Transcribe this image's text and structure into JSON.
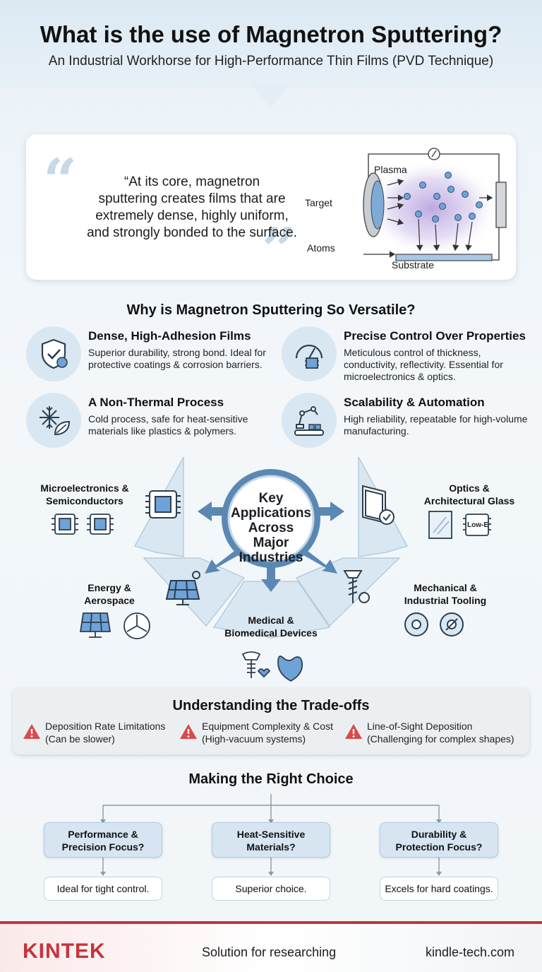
{
  "header": {
    "title": "What is the use of Magnetron Sputtering?",
    "subtitle": "An Industrial Workhorse for High-Performance Thin Films (PVD Technique)"
  },
  "quote": {
    "line1": "“At its core, magnetron",
    "line2": "sputtering creates films that are",
    "line3": "extremely dense, highly uniform,",
    "line4": "and strongly bonded to the surface."
  },
  "diagram": {
    "plasma": "Plasma",
    "target": "Target",
    "atoms": "Atoms",
    "substrate": "Substrate"
  },
  "versatile": {
    "heading": "Why is Magnetron Sputtering So Versatile?",
    "features": [
      {
        "title": "Dense, High-Adhesion Films",
        "desc": "Superior durability, strong bond. Ideal for protective coatings & corrosion barriers.",
        "icon": "shield-check-icon"
      },
      {
        "title": "Precise Control Over Properties",
        "desc": "Meticulous control of thickness, conductivity, reflectivity. Essential for microelectronics & optics.",
        "icon": "gauge-chip-icon"
      },
      {
        "title": "A Non-Thermal Process",
        "desc": "Cold process, safe for heat-sensitive materials like plastics & polymers.",
        "icon": "snowflake-leaf-icon"
      },
      {
        "title": "Scalability & Automation",
        "desc": "High reliability, repeatable for high-volume manufacturing.",
        "icon": "robot-arm-icon"
      }
    ]
  },
  "applications": {
    "center_line1": "Key",
    "center_line2": "Applications",
    "center_line3": "Across Major",
    "center_line4": "Industries",
    "micro_1": "Microelectronics &",
    "micro_2": "Semiconductors",
    "optics_1": "Optics &",
    "optics_2": "Architectural Glass",
    "energy_1": "Energy &",
    "energy_2": "Aerospace",
    "mech_1": "Mechanical &",
    "mech_2": "Industrial Tooling",
    "medical_1": "Medical &",
    "medical_2": "Biomedical Devices",
    "lowe": "Low-E"
  },
  "tradeoffs": {
    "heading": "Understanding the Trade-offs",
    "items": [
      {
        "l1": "Deposition Rate Limitations",
        "l2": "(Can be slower)"
      },
      {
        "l1": "Equipment Complexity & Cost",
        "l2": "(High-vacuum systems)"
      },
      {
        "l1": "Line-of-Sight Deposition",
        "l2": "(Challenging for complex shapes)"
      }
    ]
  },
  "choice": {
    "heading": "Making the Right Choice",
    "options": [
      {
        "q1": "Performance &",
        "q2": "Precision Focus?",
        "result": "Ideal for tight control."
      },
      {
        "q1": "Heat-Sensitive",
        "q2": "Materials?",
        "result": "Superior choice."
      },
      {
        "q1": "Durability &",
        "q2": "Protection Focus?",
        "result": "Excels for hard coatings."
      }
    ]
  },
  "footer": {
    "logo": "KINTEK",
    "tagline": "Solution for researching",
    "site": "kindle-tech.com"
  },
  "colors": {
    "accent": "#c8333c",
    "panel": "#d9e7f2",
    "icon_stroke": "#2c3e50"
  }
}
